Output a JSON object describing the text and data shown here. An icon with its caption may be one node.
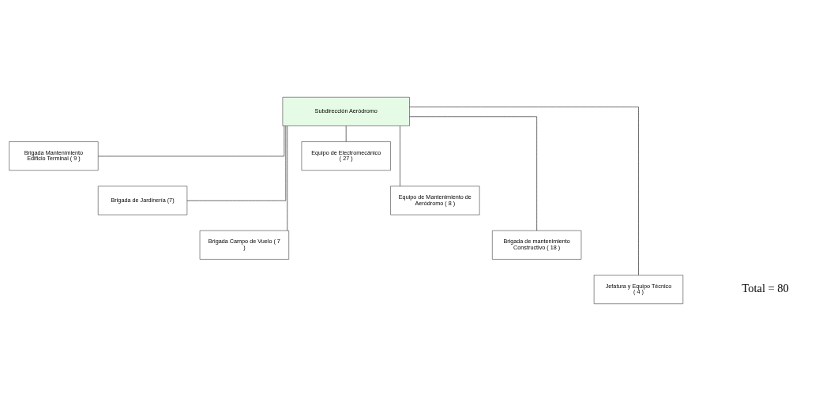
{
  "diagram": {
    "nodes": [
      {
        "text": [
          "Subdirección Aeródromo"
        ]
      },
      {
        "text": [
          "Brigada Mantenimiento Edificio Terminal ( 9 )"
        ]
      },
      {
        "text": [
          "Brigada de Jardinería (7)"
        ]
      },
      {
        "text": [
          "Brigada Campo de Vuelo ( 7 )"
        ]
      },
      {
        "text": [
          "Equipo de Electromecánico ( 27 )"
        ]
      },
      {
        "text": [
          "Equipo de Mantenimiento de Aeródromo ( 8 )"
        ]
      },
      {
        "text": [
          "Brigada de mantenimiento Constructivo ( 18 )"
        ]
      },
      {
        "text": [
          "Jefatura y Equipo Técnico ( 4 )"
        ]
      }
    ],
    "edges": [
      {
        "from": 0,
        "to": 1,
        "arrow": "none"
      },
      {
        "from": 0,
        "to": 4,
        "arrow": "none"
      },
      {
        "from": 0,
        "to": 2,
        "arrow": "none"
      },
      {
        "from": 0,
        "to": 5,
        "arrow": "none"
      },
      {
        "from": 0,
        "to": 3,
        "arrow": "none"
      },
      {
        "from": 0,
        "to": 6,
        "arrow": "none"
      },
      {
        "from": 0,
        "to": 7,
        "arrow": "none"
      }
    ],
    "labels": [
      "Total = 80"
    ]
  }
}
